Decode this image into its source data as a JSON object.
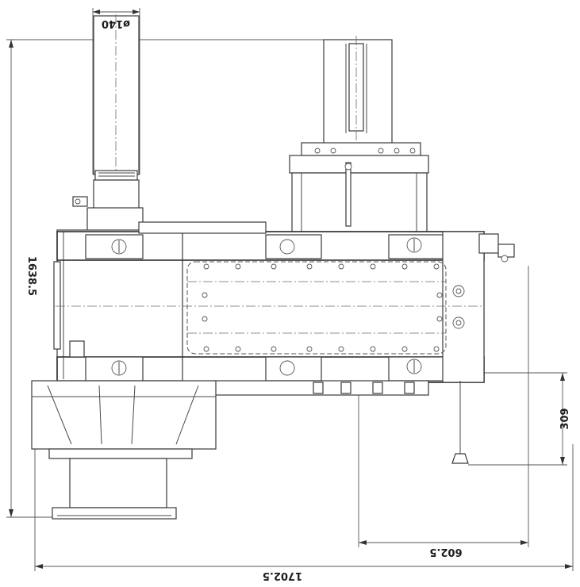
{
  "drawing": {
    "dimensions": {
      "overall_height": "1638.5",
      "overall_width": "1702.5",
      "shaft_diameter": "ø140",
      "offset_horizontal": "602.5",
      "offset_vertical": "309"
    }
  }
}
